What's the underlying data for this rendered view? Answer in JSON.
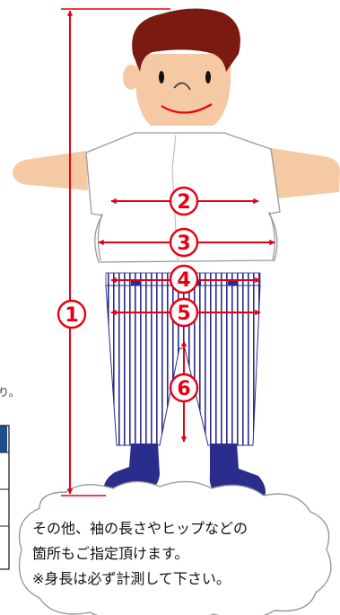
{
  "measurements": [
    {
      "number": "1"
    },
    {
      "number": "2"
    },
    {
      "number": "3"
    },
    {
      "number": "4"
    },
    {
      "number": "5"
    },
    {
      "number": "6"
    }
  ],
  "side_note": "り。",
  "cloud": {
    "lines": [
      "その他、袖の長さやヒップなどの",
      "箇所もご指定頂けます。",
      "※身長は必ず計測して下さい。"
    ]
  },
  "colors": {
    "arrow": "#e60012",
    "skin": "#f4c9a4",
    "hair": "#7a1a10",
    "pants_stripe": "#2b2d8c",
    "socks": "#2b2d8c",
    "table_header": "#1d4f91"
  }
}
